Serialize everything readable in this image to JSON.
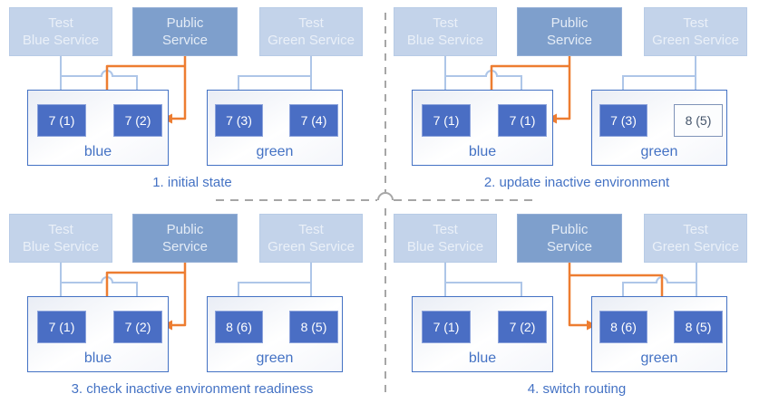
{
  "diagram": {
    "subject": "blue-green deployment",
    "colors": {
      "accent_blue": "#4472C4",
      "test_service_fill": "#C3D3EA",
      "test_service_text": "#EAF0F8",
      "public_service_fill": "#7E9FCC",
      "public_service_text": "#E4ECF6",
      "revision_node_fill": "#4A6EC4",
      "revision_node_text": "#FFFFFF",
      "outlined_node_text": "#44546A",
      "connector_light_blue": "#AEC6E8",
      "connector_orange": "#ED7D31",
      "divider_gray": "#A6A6A6"
    }
  },
  "panels": [
    {
      "caption": "1. initial state",
      "services": [
        {
          "line1": "Test",
          "line2": "Blue Service"
        },
        {
          "line1": "Public",
          "line2": "Service"
        },
        {
          "line1": "Test",
          "line2": "Green Service"
        }
      ],
      "environments": [
        {
          "label": "blue",
          "nodes": [
            {
              "label": "7 (1)",
              "state": "active"
            },
            {
              "label": "7 (2)",
              "state": "active"
            }
          ]
        },
        {
          "label": "green",
          "nodes": [
            {
              "label": "7 (3)",
              "state": "active"
            },
            {
              "label": "7 (4)",
              "state": "active"
            }
          ]
        }
      ],
      "public_routes_to": "blue"
    },
    {
      "caption": "2. update inactive environment",
      "services": [
        {
          "line1": "Test",
          "line2": "Blue Service"
        },
        {
          "line1": "Public",
          "line2": "Service"
        },
        {
          "line1": "Test",
          "line2": "Green Service"
        }
      ],
      "environments": [
        {
          "label": "blue",
          "nodes": [
            {
              "label": "7 (1)",
              "state": "active"
            },
            {
              "label": "7 (1)",
              "state": "active"
            }
          ]
        },
        {
          "label": "green",
          "nodes": [
            {
              "label": "7 (3)",
              "state": "active"
            },
            {
              "label": "8 (5)",
              "state": "updating"
            }
          ]
        }
      ],
      "public_routes_to": "blue"
    },
    {
      "caption": "3. check inactive environment readiness",
      "services": [
        {
          "line1": "Test",
          "line2": "Blue Service"
        },
        {
          "line1": "Public",
          "line2": "Service"
        },
        {
          "line1": "Test",
          "line2": "Green Service"
        }
      ],
      "environments": [
        {
          "label": "blue",
          "nodes": [
            {
              "label": "7 (1)",
              "state": "active"
            },
            {
              "label": "7 (2)",
              "state": "active"
            }
          ]
        },
        {
          "label": "green",
          "nodes": [
            {
              "label": "8 (6)",
              "state": "active"
            },
            {
              "label": "8 (5)",
              "state": "active"
            }
          ]
        }
      ],
      "public_routes_to": "blue"
    },
    {
      "caption": "4. switch routing",
      "services": [
        {
          "line1": "Test",
          "line2": "Blue Service"
        },
        {
          "line1": "Public",
          "line2": "Service"
        },
        {
          "line1": "Test",
          "line2": "Green Service"
        }
      ],
      "environments": [
        {
          "label": "blue",
          "nodes": [
            {
              "label": "7 (1)",
              "state": "active"
            },
            {
              "label": "7 (2)",
              "state": "active"
            }
          ]
        },
        {
          "label": "green",
          "nodes": [
            {
              "label": "8 (6)",
              "state": "active"
            },
            {
              "label": "8 (5)",
              "state": "active"
            }
          ]
        }
      ],
      "public_routes_to": "green"
    }
  ]
}
